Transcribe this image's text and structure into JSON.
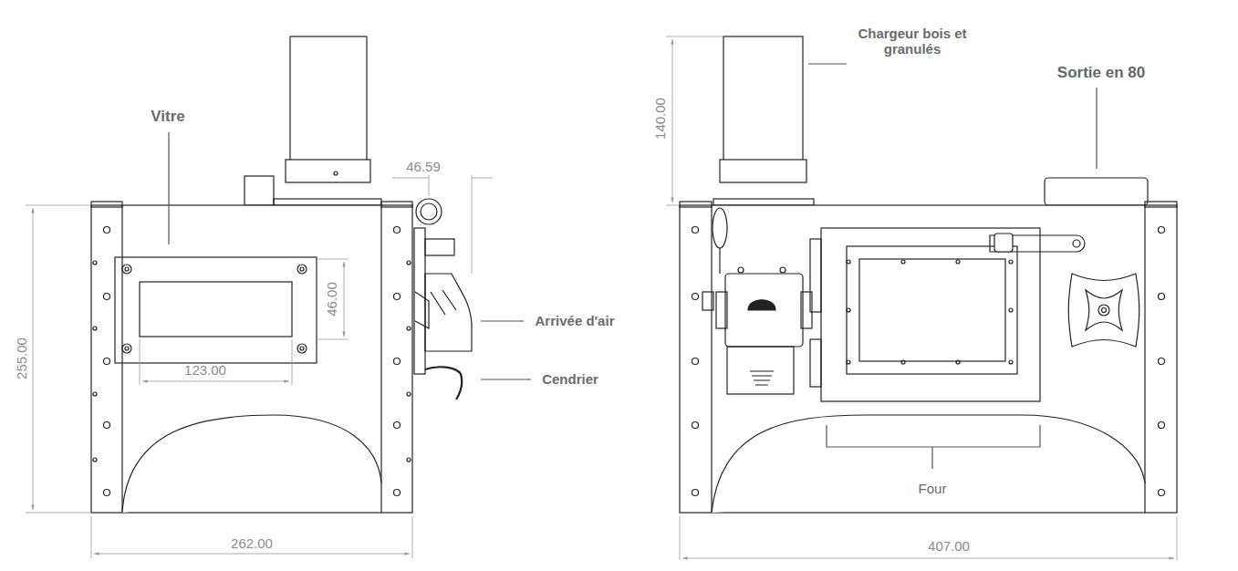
{
  "diagram": {
    "labels": [
      "Vitre",
      "46.59",
      "46.00",
      "Arrivée d'air",
      "Cendrier",
      "123.00",
      "255.00",
      "262.00",
      "140.00",
      "Chargeur bois et granulés",
      "Sortie en 80",
      "Four",
      "407.00"
    ]
  }
}
